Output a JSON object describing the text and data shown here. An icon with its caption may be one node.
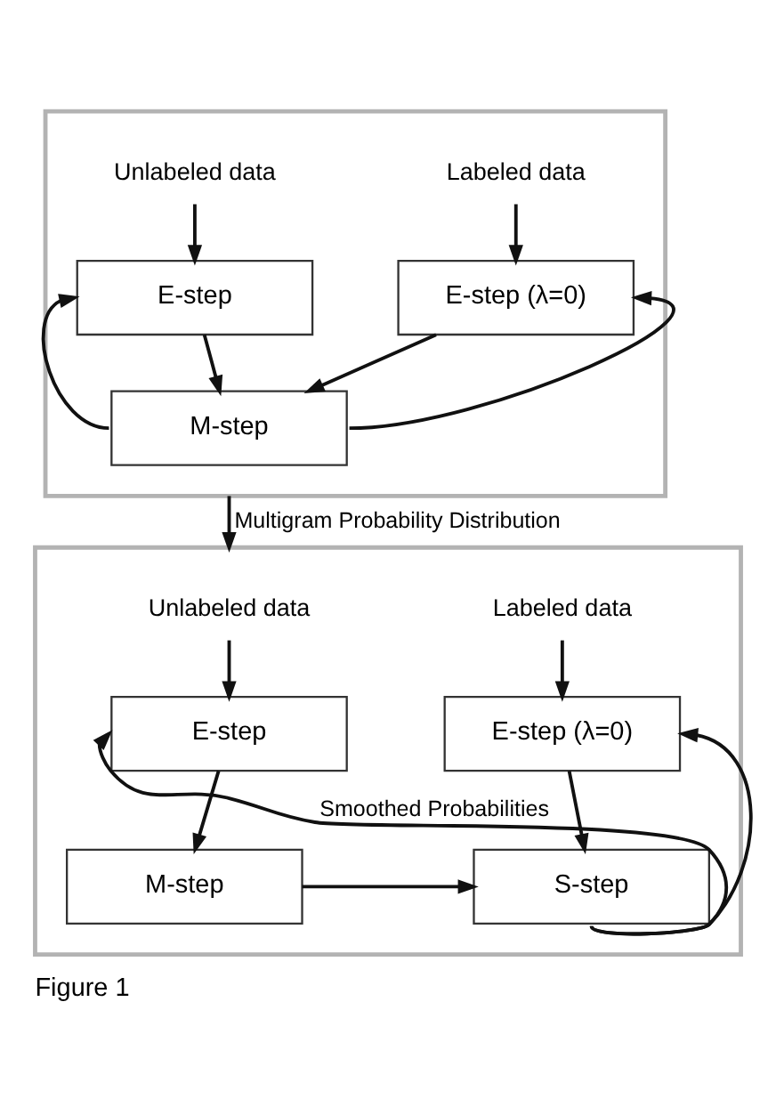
{
  "diagram": {
    "caption": "Figure 1",
    "nodes": [
      {
        "text": [],
        "shape": "box"
      },
      {
        "text": [
          "Unlabeled data"
        ],
        "in": 0
      },
      {
        "text": [
          "Labeled data"
        ],
        "in": 0
      },
      {
        "text": [
          "E-step"
        ],
        "in": 0
      },
      {
        "text": [
          "E-step (λ=0)"
        ],
        "in": 0
      },
      {
        "text": [
          "M-step"
        ],
        "in": 0
      },
      {
        "text": [],
        "shape": "box"
      },
      {
        "text": [
          "Unlabeled data"
        ],
        "in": 6
      },
      {
        "text": [
          "Labeled data"
        ],
        "in": 6
      },
      {
        "text": [
          "E-step"
        ],
        "in": 6
      },
      {
        "text": [
          "E-step (λ=0)"
        ],
        "in": 6
      },
      {
        "text": [
          "M-step"
        ],
        "in": 6
      },
      {
        "text": [
          "S-step"
        ],
        "in": 6
      }
    ],
    "edges": [
      {
        "from": 1,
        "to": 3,
        "arrow": "to"
      },
      {
        "from": 2,
        "to": 4,
        "arrow": "to"
      },
      {
        "from": 3,
        "to": 5,
        "arrow": "to"
      },
      {
        "from": 4,
        "to": 5,
        "arrow": "to"
      },
      {
        "from": 5,
        "to": 3,
        "arrow": "to"
      },
      {
        "from": 5,
        "to": 4,
        "arrow": "to"
      },
      {
        "from": 0,
        "to": 6,
        "arrow": "to",
        "label": "Multigram Probability Distribution"
      },
      {
        "from": 7,
        "to": 9,
        "arrow": "to"
      },
      {
        "from": 8,
        "to": 10,
        "arrow": "to"
      },
      {
        "from": 9,
        "to": 11,
        "arrow": "to"
      },
      {
        "from": 10,
        "to": 12,
        "arrow": "to"
      },
      {
        "from": 11,
        "to": 12,
        "arrow": "to"
      },
      {
        "from": 12,
        "to": 9,
        "arrow": "to",
        "label": "Smoothed Probabilities"
      },
      {
        "from": 12,
        "to": 10,
        "arrow": "to"
      }
    ]
  }
}
